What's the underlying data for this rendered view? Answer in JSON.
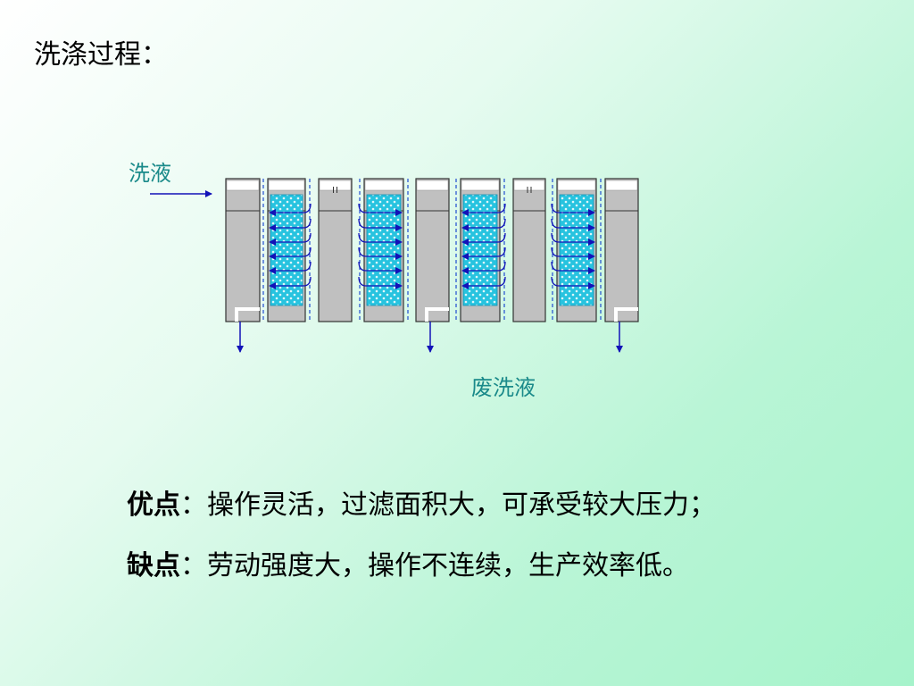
{
  "title": "洗涤过程：",
  "diagram": {
    "inlet_label": "洗液",
    "waste_label": "废洗液",
    "colors": {
      "frame": "#b8b8b8",
      "plate": "#c0c0c0",
      "cloth_fill": "#27c3df",
      "arrow": "#1212b8",
      "dashed": "#1f4bd0"
    }
  },
  "pros": {
    "head": "优点",
    "colon": "：",
    "text": "操作灵活，过滤面积大，可承受较大压力；"
  },
  "cons": {
    "head": "缺点",
    "colon": "：",
    "text": "劳动强度大，操作不连续，生产效率低。"
  }
}
